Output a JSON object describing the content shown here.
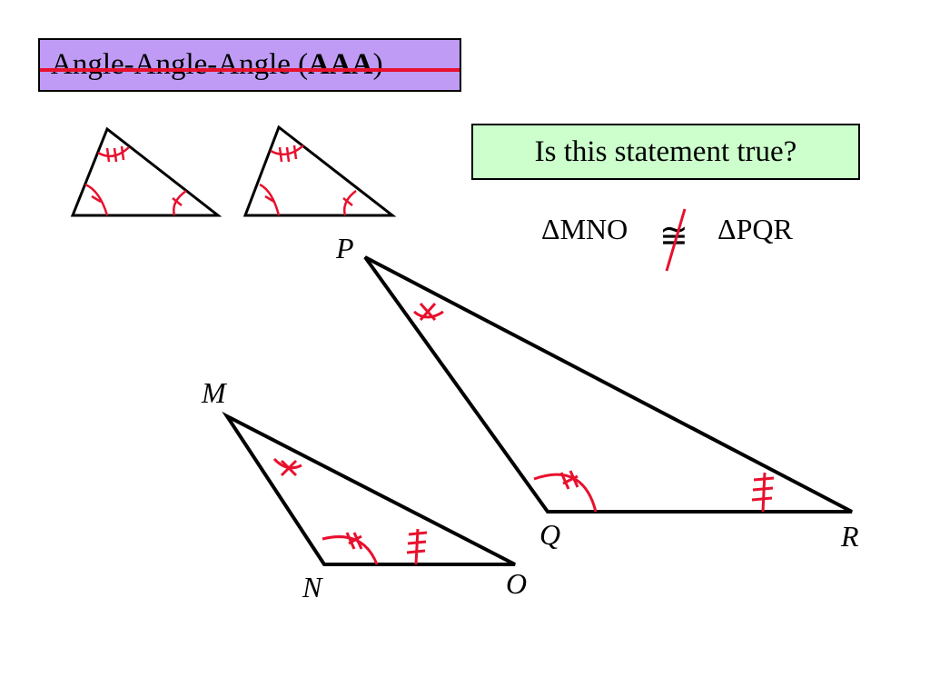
{
  "title": {
    "prefix": "Angle-Angle-Angle (",
    "bold": "AAA",
    "suffix": ")"
  },
  "question": "Is this statement true?",
  "statement": {
    "left": "ΔMNO",
    "symbol": "≅",
    "right": "ΔPQR"
  },
  "vertices": {
    "M": "M",
    "N": "N",
    "O": "O",
    "P": "P",
    "Q": "Q",
    "R": "R"
  },
  "colors": {
    "title_bg": "#bf9bf5",
    "question_bg": "#ccffcc",
    "mark": "#e8102d",
    "strike": "#e8102d"
  }
}
